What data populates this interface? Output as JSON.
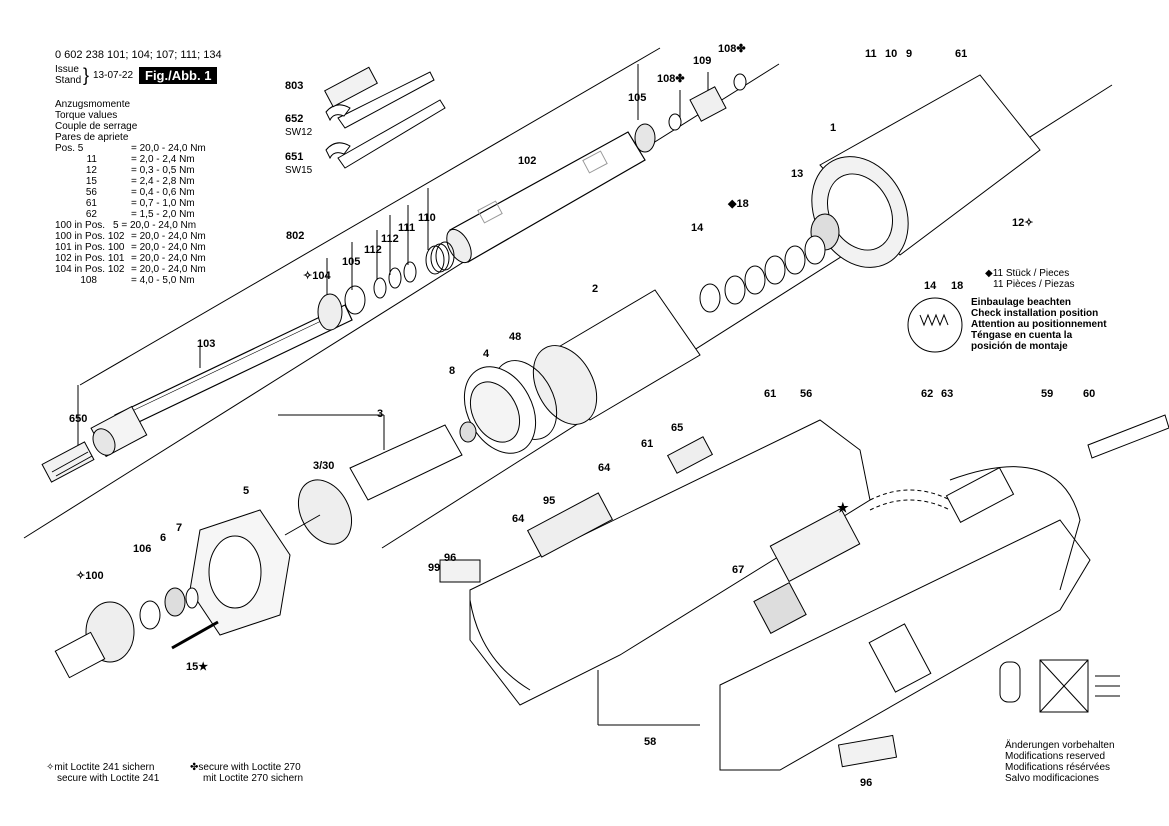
{
  "header": {
    "part_numbers": "0 602 238 101; 104; 107; 111; 134",
    "issue_label": "Issue",
    "stand_label": "Stand",
    "issue_date": "13-07-22",
    "fig_label": "Fig./Abb. 1"
  },
  "torque": {
    "titles": [
      "Anzugsmomente",
      "Torque values",
      "Couple de serrage",
      "Pares de apriete"
    ],
    "rows": [
      {
        "pos": "Pos.   5",
        "value": "= 20,0 - 24,0 Nm"
      },
      {
        "pos": "11",
        "value": "=   2,0 -   2,4 Nm"
      },
      {
        "pos": "12",
        "value": "=   0,3 -   0,5 Nm"
      },
      {
        "pos": "15",
        "value": "=   2,4 -   2,8 Nm"
      },
      {
        "pos": "56",
        "value": "=   0,4 -   0,6 Nm"
      },
      {
        "pos": "61",
        "value": "=   0,7 -   1,0 Nm"
      },
      {
        "pos": "62",
        "value": "=   1,5 -   2,0 Nm"
      },
      {
        "pos": "100 in Pos.",
        "value": "5 = 20,0 - 24,0 Nm"
      },
      {
        "pos": "100 in Pos. 102",
        "value": "= 20,0 - 24,0 Nm"
      },
      {
        "pos": "101 in Pos. 100",
        "value": "= 20,0 - 24,0 Nm"
      },
      {
        "pos": "102 in Pos. 101",
        "value": "= 20,0 - 24,0 Nm"
      },
      {
        "pos": "104 in Pos. 102",
        "value": "= 20,0 - 24,0 Nm"
      },
      {
        "pos": "108",
        "value": "=   4,0 -   5,0 Nm"
      }
    ]
  },
  "callouts": {
    "c803": "803",
    "c652": "652",
    "c652sw": "SW12",
    "c651": "651",
    "c651sw": "SW15",
    "c105a": "105",
    "c108a": "108",
    "c109": "109",
    "c108b": "108",
    "c102": "102",
    "c11": "11",
    "c10": "10",
    "c9": "9",
    "c61a": "61",
    "c1": "1",
    "c13": "13",
    "c18": "18",
    "c14": "14",
    "c12": "12",
    "c802": "802",
    "c104": "104",
    "c105b": "105",
    "c112a": "112",
    "c112b": "112",
    "c111": "111",
    "c110": "110",
    "c2": "2",
    "c48": "48",
    "c4": "4",
    "c8": "8",
    "c103": "103",
    "c650": "650",
    "c3": "3",
    "c330": "3/30",
    "c5": "5",
    "c106": "106",
    "c6": "6",
    "c7": "7",
    "c100": "100",
    "c15": "15",
    "c61b": "61",
    "c56": "56",
    "c62": "62",
    "c63": "63",
    "c59": "59",
    "c60": "60",
    "c65": "65",
    "c61c": "61",
    "c64a": "64",
    "c95": "95",
    "c64b": "64",
    "c99": "99",
    "c96a": "96",
    "c67": "67",
    "c58": "58",
    "c96b": "96",
    "inset14": "14",
    "inset18": "18"
  },
  "notes": {
    "pieces_de": "11 Stück / Pieces",
    "pieces_fr": "11 Pièces / Piezas",
    "check": [
      "Einbaulage beachten",
      "Check installation position",
      "Attention au positionnement",
      "Téngase en cuenta la",
      "posición de montaje"
    ],
    "modifications": [
      "Änderungen vorbehalten",
      "Modifications reserved",
      "Modifications résérvées",
      "Salvo modificaciones"
    ],
    "loctite241": [
      "mit Loctite 241 sichern",
      "secure with Loctite 241"
    ],
    "loctite270": [
      "secure with Loctite 270",
      "mit Loctite 270 sichern"
    ]
  },
  "icons": {
    "open_star": "✧",
    "filled_star": "★",
    "diamond": "◆",
    "clover": "✤"
  }
}
